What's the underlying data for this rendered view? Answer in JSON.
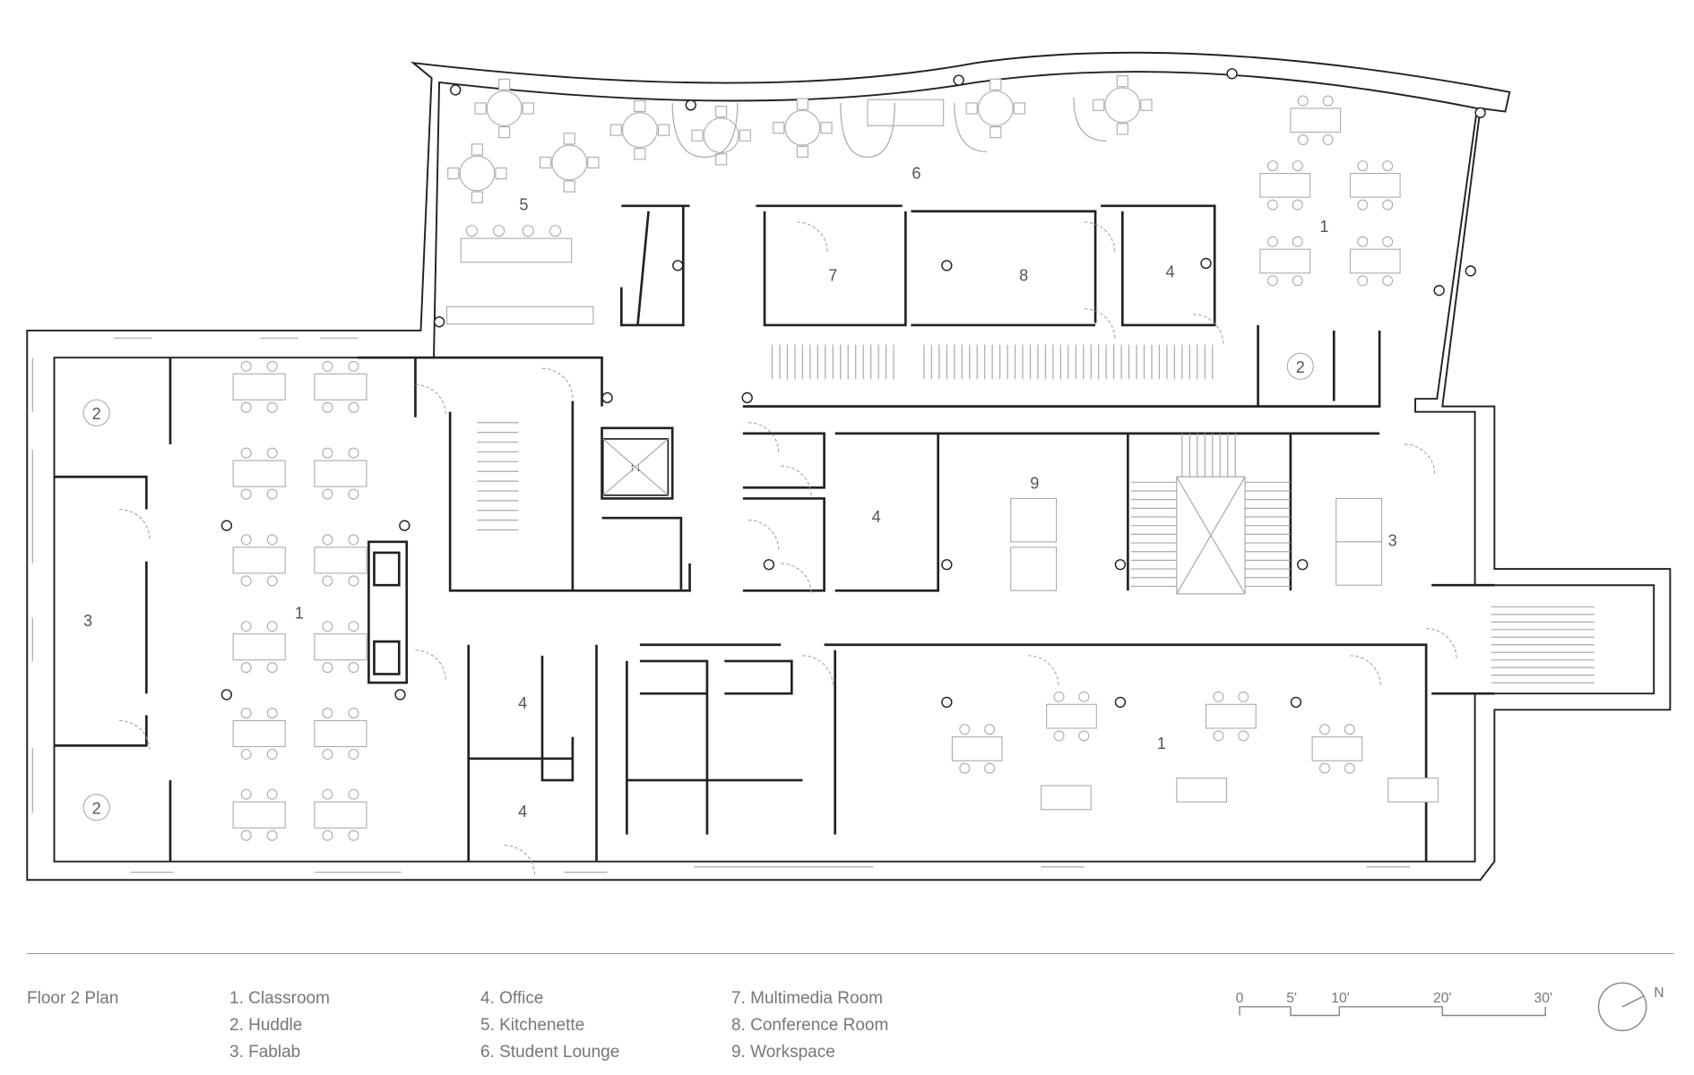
{
  "title": "Floor 2 Plan",
  "legend": [
    [
      "1.  Classroom",
      "2.  Huddle",
      "3.  Fablab"
    ],
    [
      "4.  Office",
      "5.  Kitchenette",
      "6.  Student Lounge"
    ],
    [
      "7.  Multimedia Room",
      "8.  Conference Room",
      "9.  Workspace"
    ]
  ],
  "rooms": [
    "5",
    "6",
    "1",
    "7",
    "8",
    "4",
    "2",
    "2",
    "3",
    "1",
    "4",
    "4",
    "2",
    "4",
    "9",
    "3",
    "1"
  ],
  "scale": {
    "ticks": [
      "0",
      "5'",
      "10'",
      "20'",
      "30'"
    ]
  },
  "north": "N",
  "colors": {
    "wall": "#222222",
    "furniture": "#aaaaaa",
    "text": "#777777"
  }
}
